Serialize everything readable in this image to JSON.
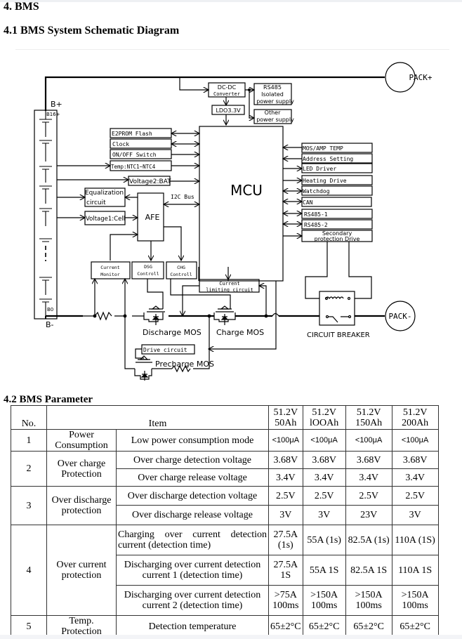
{
  "headings": {
    "section": "4. BMS",
    "schematic": "4.1 BMS System Schematic Diagram",
    "parameter": "4.2 BMS Parameter"
  },
  "diagram": {
    "terminals": {
      "pack_plus": "PACK+",
      "pack_minus": "PACK-",
      "b_plus": "B+",
      "b_minus": "B-",
      "cell_top": "B16+",
      "cell_bottom": "B0"
    },
    "power": {
      "dcdc_1": "DC-DC",
      "dcdc_2": "Converter",
      "ldo": "LDO3.3V",
      "rs485_ps_1": "RS485",
      "rs485_ps_2": "Isolated",
      "rs485_ps_3": "power supply",
      "other_ps_1": "Other",
      "other_ps_2": "power supply"
    },
    "left_blocks": {
      "eeprom": "E2PROM Flash",
      "clock": "Clock",
      "onoff": "ON/OFF Switch",
      "temp": "Temp:NTC1~NTC4",
      "voltage2": "Voltage2:BAT",
      "equalization_1": "Equalization",
      "equalization_2": "circuit",
      "voltage1": "Voltage1:Cell",
      "afe": "AFE",
      "i2c": "I2C Bus"
    },
    "mcu": "MCU",
    "right_blocks": {
      "mos_temp": "MOS/AMP TEMP",
      "address": "Address Setting",
      "led": "LED Driver",
      "heating": "Heating Drive",
      "watchdog": "Watchdog",
      "can": "CAN",
      "rs485_1": "RS485-1",
      "rs485_2": "RS485-2",
      "secondary_1": "Secondary",
      "secondary_2": "protection Drive"
    },
    "lower_blocks": {
      "current_monitor_1": "Current",
      "current_monitor_2": "Monitor",
      "dsg_1": "DSG",
      "dsg_2": "Controll",
      "chg_1": "CHG",
      "chg_2": "Controll",
      "current_limit_1": "Current",
      "current_limit_2": "limiting circuit",
      "drive_circuit": "Drive circuit"
    },
    "labels": {
      "discharge_mos": "Discharge MOS",
      "charge_mos": "Charge MOS",
      "precharge_mos": "Precharge MOS",
      "circuit_breaker": "CIRCUIT BREAKER"
    }
  },
  "table": {
    "header": {
      "no": "No.",
      "item": "Item",
      "models": [
        {
          "line1": "51.2V",
          "line2": "50Ah"
        },
        {
          "line1": "51.2V",
          "line2": "lOOAh"
        },
        {
          "line1": "51.2V",
          "line2": "150Ah"
        },
        {
          "line1": "51.2V",
          "line2": "200Ah"
        }
      ]
    },
    "groups": [
      {
        "no": "1",
        "category": "Power Consumption",
        "rows": [
          {
            "item": "Low power consumption mode",
            "values": [
              "<100μA",
              "<100μA",
              "<100μA",
              "<100μA"
            ]
          }
        ]
      },
      {
        "no": "2",
        "category": "Over charge Protection",
        "rows": [
          {
            "item": "Over charge detection voltage",
            "values": [
              "3.68V",
              "3.68V",
              "3.68V",
              "3.68V"
            ]
          },
          {
            "item": "Over charge release voltage",
            "values": [
              "3.4V",
              "3.4V",
              "3.4V",
              "3.4V"
            ]
          }
        ]
      },
      {
        "no": "3",
        "category": "Over discharge protection",
        "rows": [
          {
            "item": "Over discharge detection voltage",
            "values": [
              "2.5V",
              "2.5V",
              "2.5V",
              "2.5V"
            ]
          },
          {
            "item": "Over discharge release voltage",
            "values": [
              "3V",
              "3V",
              "23V",
              "3V"
            ]
          }
        ]
      },
      {
        "no": "4",
        "category": "Over current protection",
        "rows": [
          {
            "item": "Charging over current detection current (detection time)",
            "values": [
              "27.5A (1s)",
              "55A (1s)",
              "82.5A (1s)",
              "110A (1S)"
            ]
          },
          {
            "item": "Discharging over current detection current 1 (detection time)",
            "values": [
              "27.5A 1S",
              "55A 1S",
              "82.5A 1S",
              "110A 1S"
            ]
          },
          {
            "item": "Discharging over current detection current 2 (detection time)",
            "values": [
              ">75A 100ms",
              ">150A 100ms",
              ">150A 100ms",
              ">150A 100ms"
            ]
          }
        ]
      },
      {
        "no": "5",
        "category": "Temp. Protection",
        "rows": [
          {
            "item": "Detection temperature",
            "values": [
              "65±2°C",
              "65±2°C",
              "65±2°C",
              "65±2°C"
            ]
          }
        ]
      }
    ]
  }
}
